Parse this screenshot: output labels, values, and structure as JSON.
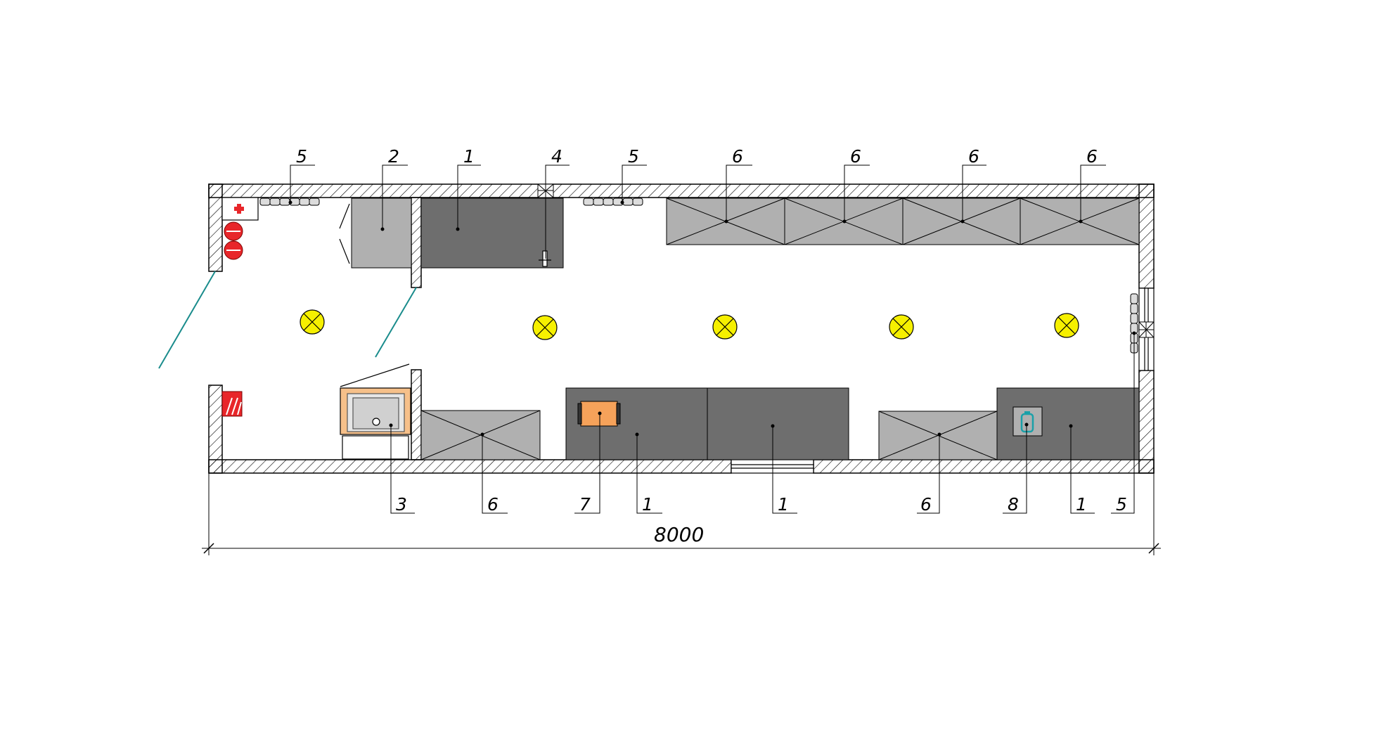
{
  "plan": {
    "dimension": "8000",
    "top_labels": [
      "5",
      "2",
      "1",
      "4",
      "5",
      "6",
      "6",
      "6",
      "6"
    ],
    "bottom_labels": [
      "3",
      "6",
      "7",
      "1",
      "1",
      "6",
      "8",
      "1",
      "5"
    ]
  },
  "colors": {
    "wall_hatch": "#000000",
    "dark_equipment": "#6e6e6e",
    "light_equipment": "#b0b0b0",
    "lamp": "#f6f000",
    "fire": "#e8262a",
    "orange": "#f6a25a",
    "door_line": "#1a8c8c"
  }
}
